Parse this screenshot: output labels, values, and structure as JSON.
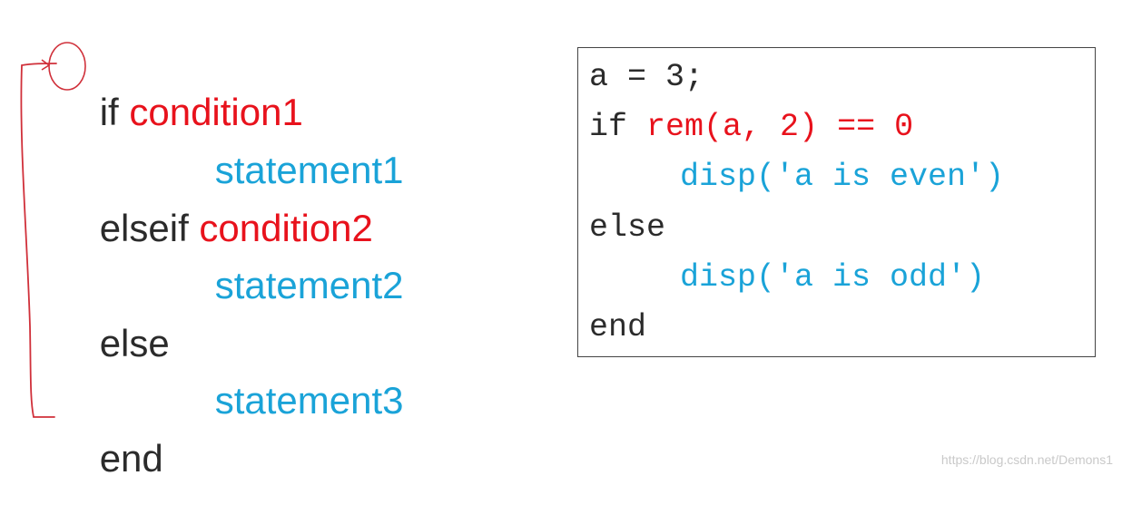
{
  "syntax": {
    "line1": {
      "keyword": "if",
      "condition": "condition1"
    },
    "line2": {
      "statement": "statement1"
    },
    "line3": {
      "keyword": "elseif",
      "condition": "condition2"
    },
    "line4": {
      "statement": "statement2"
    },
    "line5": {
      "keyword": "else"
    },
    "line6": {
      "statement": "statement3"
    },
    "line7": {
      "keyword": "end"
    }
  },
  "code": {
    "line1": "a = 3;",
    "line2_keyword": "if",
    "line2_condition": "rem(a, 2) == 0",
    "line3_statement": "disp('a is even')",
    "line4": "else",
    "line5_statement": "disp('a is odd')",
    "line6": "end"
  },
  "watermark": "https://blog.csdn.net/Demons1",
  "colors": {
    "keyword": "#2b2b2b",
    "condition": "#e8121c",
    "statement": "#1aa3d8",
    "annotation": "#d0303a"
  }
}
